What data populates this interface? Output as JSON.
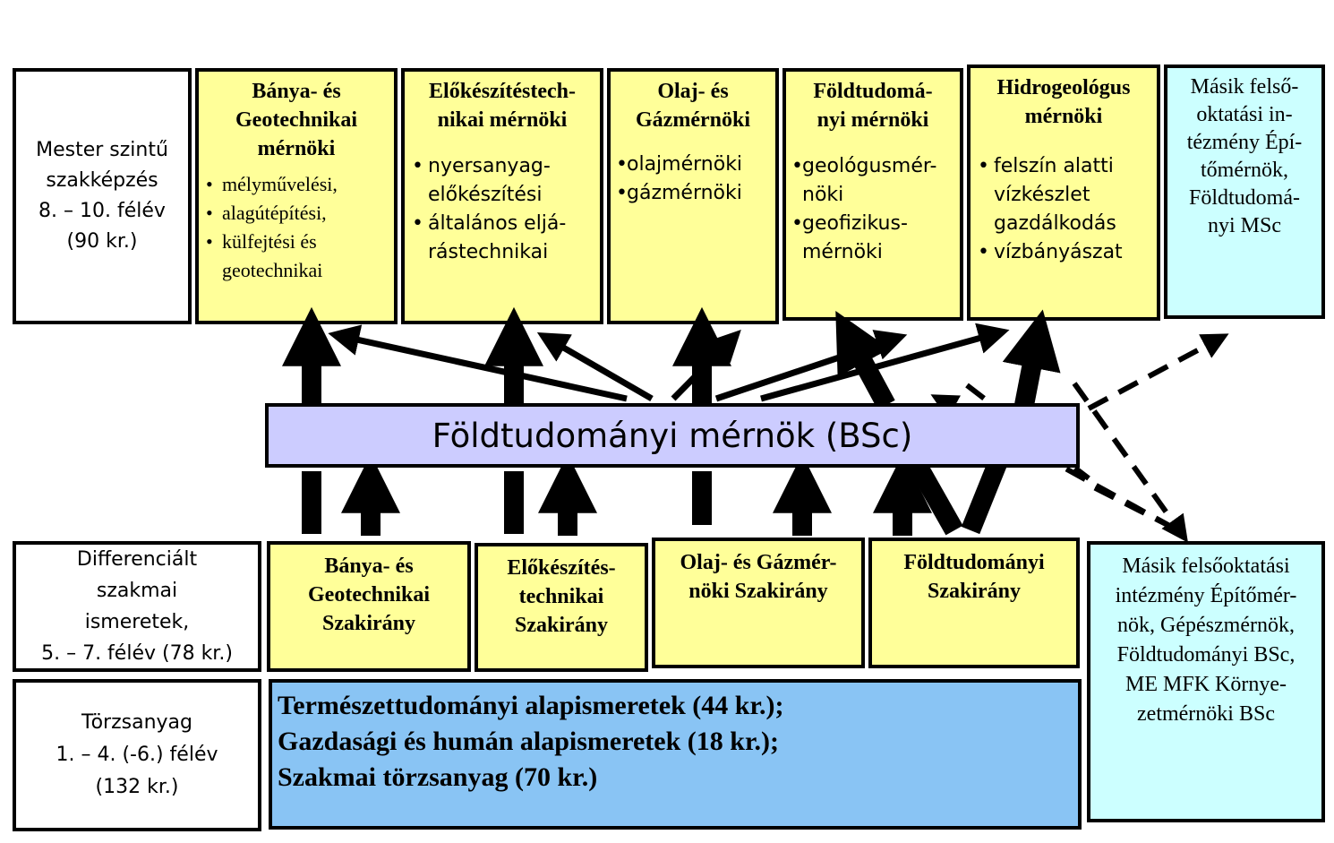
{
  "master": {
    "label": [
      "Mester szintű",
      "szakképzés",
      "8. – 10. félév",
      "(90 kr.)"
    ],
    "programs": [
      {
        "title": [
          "Bánya- és",
          "Geotechnikai",
          "mérnöki"
        ],
        "items": [
          [
            "mélyművelési,"
          ],
          [
            "alagútépítési,"
          ],
          [
            "külfejtési és",
            "geotechnikai"
          ]
        ]
      },
      {
        "title": [
          "Előkészítéstech-",
          "nikai mérnöki"
        ],
        "items": [
          [
            "nyersanyag-",
            "előkészítési"
          ],
          [
            "általános eljá-",
            "rástechnikai"
          ]
        ]
      },
      {
        "title": [
          "Olaj- és",
          "Gázmérnöki"
        ],
        "items": [
          [
            "olajmérnöki"
          ],
          [
            "gázmérnöki"
          ]
        ]
      },
      {
        "title": [
          "Földtudomá-",
          "nyi mérnöki"
        ],
        "items": [
          [
            "geológusmér-",
            "nöki"
          ],
          [
            "geofizikus-",
            "mérnöki"
          ]
        ]
      },
      {
        "title": [
          "Hidrogeológus",
          "mérnöki"
        ],
        "items": [
          [
            "felszín alatti",
            "vízkészlet",
            "gazdálkodás"
          ],
          [
            "vízbányászat"
          ]
        ]
      }
    ],
    "other": [
      "Másik felső-",
      "oktatási in-",
      "tézmény Épí-",
      "tőmérnök,",
      "Földtudomá-",
      "nyi MSc"
    ]
  },
  "bsc": {
    "label": "Földtudományi mérnök (BSc)"
  },
  "differentiated": {
    "label": [
      "Differenciált",
      "szakmai",
      "ismeretek,",
      "5. – 7. félév (78 kr.)"
    ],
    "tracks": [
      [
        "Bánya- és",
        "Geotechnikai",
        "Szakirány"
      ],
      [
        "Előkészítés-",
        "technikai",
        "Szakirány"
      ],
      [
        "Olaj- és Gázmér-",
        "nöki Szakirány"
      ],
      [
        "Földtudományi",
        "Szakirány"
      ]
    ],
    "other": [
      "Másik felsőoktatási",
      "intézmény Építőmér-",
      "nök, Gépészmérnök,",
      "Földtudományi BSc,",
      "ME MFK Környe-",
      "zetmérnöki BSc"
    ]
  },
  "core": {
    "label": [
      "Törzsanyag",
      "1. – 4. (-6.) félév",
      "(132 kr.)"
    ],
    "lines": [
      "Természettudományi alapismeretek (44 kr.);",
      "Gazdasági és humán alapismeretek (18 kr.);",
      "Szakmai törzsanyag (70 kr.)"
    ]
  },
  "colors": {
    "master_program": "#ffff99",
    "other_institution": "#ccffff",
    "bsc": "#ccccff",
    "core": "#89c4f4"
  }
}
